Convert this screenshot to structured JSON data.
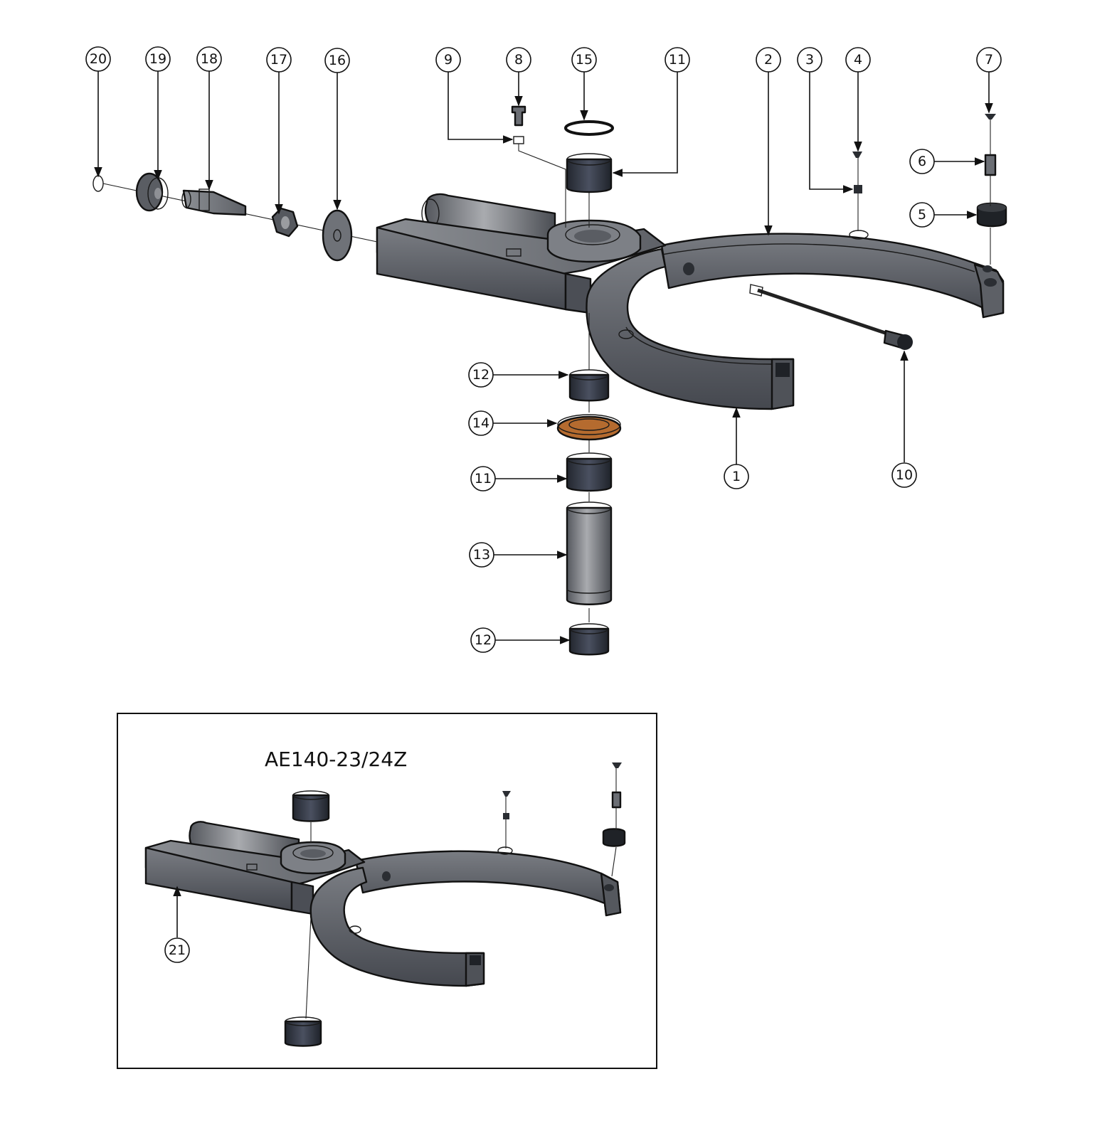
{
  "colors": {
    "metal_dark": "#3f4249",
    "metal_mid": "#6b6e74",
    "metal_light": "#9a9ca0",
    "bushing": "#2f3440",
    "washer_bronze": "#c67a3a",
    "line": "#111111"
  },
  "callouts": [
    {
      "id": "c20",
      "label": "20"
    },
    {
      "id": "c19",
      "label": "19"
    },
    {
      "id": "c18",
      "label": "18"
    },
    {
      "id": "c17",
      "label": "17"
    },
    {
      "id": "c16",
      "label": "16"
    },
    {
      "id": "c9",
      "label": "9"
    },
    {
      "id": "c8",
      "label": "8"
    },
    {
      "id": "c15",
      "label": "15"
    },
    {
      "id": "c11a",
      "label": "11"
    },
    {
      "id": "c2",
      "label": "2"
    },
    {
      "id": "c3",
      "label": "3"
    },
    {
      "id": "c4",
      "label": "4"
    },
    {
      "id": "c7",
      "label": "7"
    },
    {
      "id": "c6",
      "label": "6"
    },
    {
      "id": "c5",
      "label": "5"
    },
    {
      "id": "c12a",
      "label": "12"
    },
    {
      "id": "c14",
      "label": "14"
    },
    {
      "id": "c11b",
      "label": "11"
    },
    {
      "id": "c13",
      "label": "13"
    },
    {
      "id": "c12b",
      "label": "12"
    },
    {
      "id": "c1",
      "label": "1"
    },
    {
      "id": "c10",
      "label": "10"
    },
    {
      "id": "c21",
      "label": "21"
    }
  ],
  "inset": {
    "title": "AE140-23/24Z"
  }
}
